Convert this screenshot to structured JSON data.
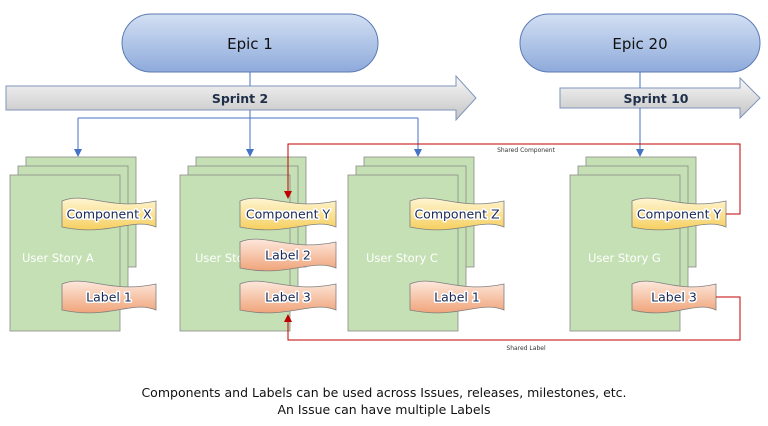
{
  "epics": [
    "Epic 1",
    "Epic 20"
  ],
  "sprints": [
    "Sprint 2",
    "Sprint 10"
  ],
  "stories": [
    {
      "name": "User Story A",
      "tags": [
        {
          "text": "Component X",
          "kind": "component"
        },
        {
          "text": "Label 1",
          "kind": "label"
        }
      ]
    },
    {
      "name": "User Story B",
      "tags": [
        {
          "text": "Component Y",
          "kind": "component"
        },
        {
          "text": "Label 2",
          "kind": "label"
        },
        {
          "text": "Label 3",
          "kind": "label"
        }
      ]
    },
    {
      "name": "User Story C",
      "tags": [
        {
          "text": "Component Z",
          "kind": "component"
        },
        {
          "text": "Label 1",
          "kind": "label"
        }
      ]
    },
    {
      "name": "User Story G",
      "tags": [
        {
          "text": "Component Y",
          "kind": "component"
        },
        {
          "text": "Label 3",
          "kind": "label"
        }
      ]
    }
  ],
  "connectors": {
    "shared_component": "Shared Component",
    "shared_label": "Shared Label"
  },
  "caption": {
    "line1": "Components and Labels can be used across Issues, releases, milestones, etc.",
    "line2": "An Issue can have multiple Labels"
  },
  "colors": {
    "epic_fill_top": "#c9d9f0",
    "epic_fill_bottom": "#8faadc",
    "epic_stroke": "#4a6fa5",
    "sprint_fill_top": "#f5f5f5",
    "sprint_fill_bottom": "#c8c8c8",
    "sprint_stroke": "#6a86b5",
    "story_fill": "#c5e0b4",
    "story_stroke": "#8a8a8a",
    "component_top": "#fdf2c4",
    "component_bottom": "#f7d26a",
    "label_top": "#fbe3d4",
    "label_bottom": "#f1a77e",
    "tag_stroke": "#7f7f7f",
    "blue_line": "#4472c4",
    "red_line": "#c00000"
  }
}
